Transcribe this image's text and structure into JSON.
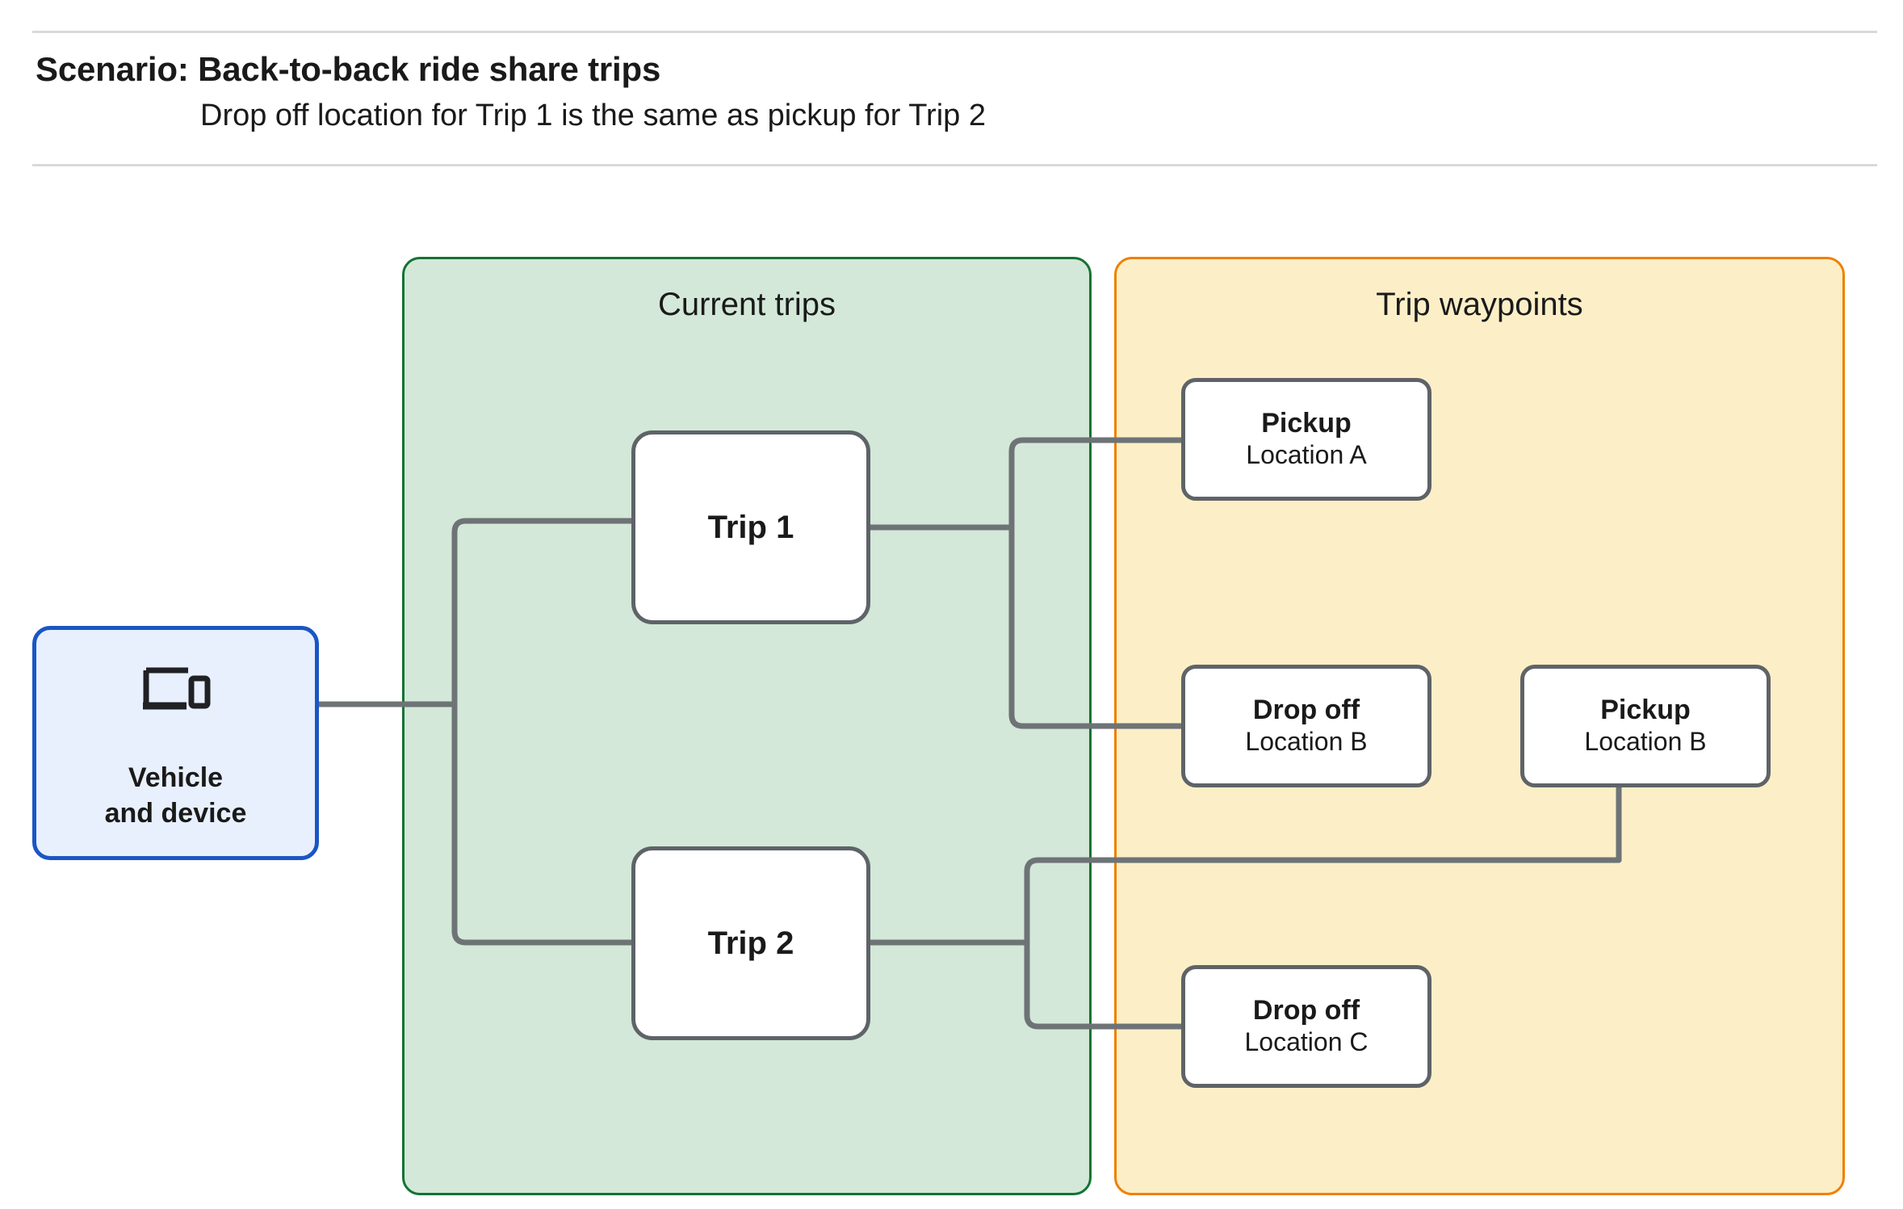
{
  "header": {
    "title": "Scenario: Back-to-back ride share trips",
    "subtitle": "Drop off  location for Trip 1 is the same as pickup for Trip 2"
  },
  "panels": {
    "current_trips": {
      "title": "Current trips",
      "fill": "#d3e8d8",
      "border": "#137333"
    },
    "trip_waypoints": {
      "title": "Trip waypoints",
      "fill": "#fcefc7",
      "border": "#f08000"
    }
  },
  "vehicle": {
    "icon": "devices-icon",
    "label": "Vehicle\nand device",
    "fill": "#e8f0fe",
    "border": "#1a56c4"
  },
  "trips": [
    {
      "label": "Trip 1"
    },
    {
      "label": "Trip 2"
    }
  ],
  "waypoints": [
    {
      "id": "pickup-a",
      "title": "Pickup",
      "location": "Location A"
    },
    {
      "id": "dropoff-b",
      "title": "Drop off",
      "location": "Location B"
    },
    {
      "id": "pickup-b",
      "title": "Pickup",
      "location": "Location B"
    },
    {
      "id": "dropoff-c",
      "title": "Drop off",
      "location": "Location C"
    }
  ],
  "connector_color": "#6e7376"
}
